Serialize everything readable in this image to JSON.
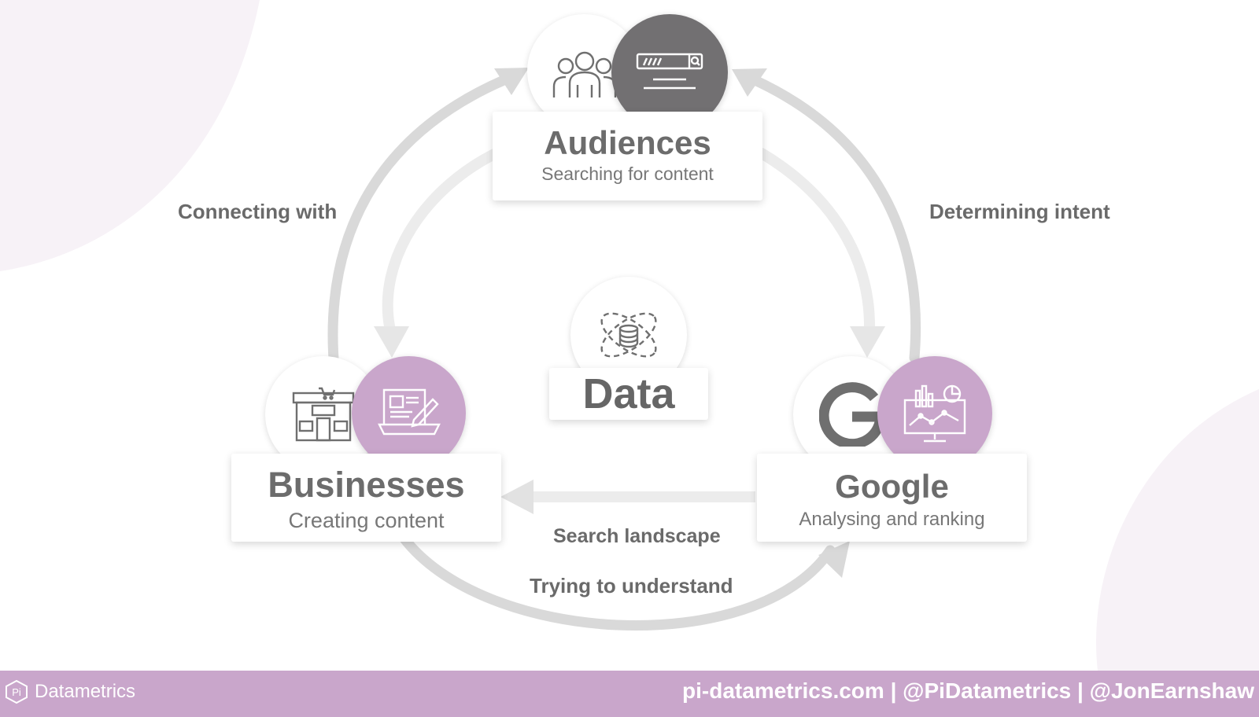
{
  "nodes": {
    "audiences": {
      "title": "Audiences",
      "subtitle": "Searching for content"
    },
    "businesses": {
      "title": "Businesses",
      "subtitle": "Creating content"
    },
    "google": {
      "title": "Google",
      "subtitle": "Analysing and ranking"
    },
    "data": {
      "title": "Data"
    }
  },
  "edge_labels": {
    "connecting_with": "Connecting with",
    "determining_intent": "Determining intent",
    "search_landscape": "Search landscape",
    "trying_to_understand": "Trying to understand"
  },
  "icons": {
    "audiences": [
      "people-group-icon",
      "search-bar-icon"
    ],
    "businesses": [
      "shop-front-icon",
      "laptop-article-edit-icon"
    ],
    "google": [
      "google-g-icon",
      "analytics-monitor-icon"
    ],
    "data": "database-orbit-icon"
  },
  "colors": {
    "accent_purple": "#c9a6cb",
    "dark_grey": "#727072",
    "arrow_grey": "#d9d9d9",
    "arrow_light": "#ececec",
    "text_grey": "#6c6c6c"
  },
  "footer": {
    "brand": "Datametrics",
    "links": "pi-datametrics.com | @PiDatametrics | @JonEarnshaw"
  }
}
